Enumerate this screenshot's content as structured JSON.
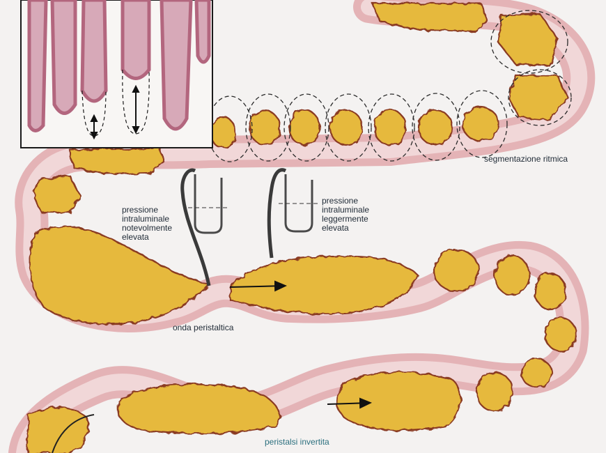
{
  "labels": {
    "segmentation": "segmentazione ritmica",
    "pressure_high": "pressione\nintraluminale\nnotevolmente\nelevata",
    "pressure_slight": "pressione\nintraluminale\nleggermente\nelevata",
    "peristaltic_wave": "onda peristaltica",
    "reverse_peristalsis": "peristalsi invertita"
  },
  "colors": {
    "background": "#f4f2f1",
    "wall_outer": "#e4b3b6",
    "wall_inner": "#f1d7d8",
    "chyme": "#e6b93c",
    "mucosa_edge": "#8a3b24",
    "dashed": "#2a2a2a",
    "villus": "#b3667e",
    "inset_bg": "#f8f6f4",
    "label_text": "#1f2a36",
    "label_teal": "#2b6f7e"
  }
}
